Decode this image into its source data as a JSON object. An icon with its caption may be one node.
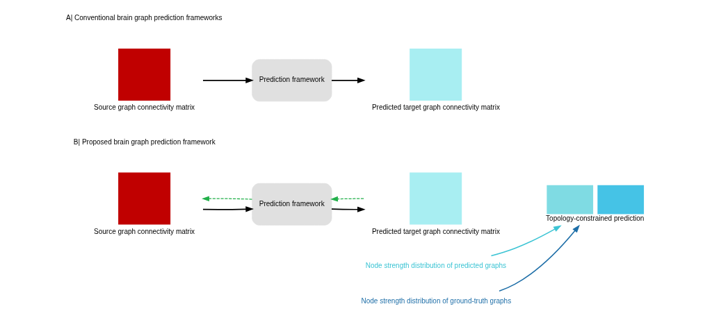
{
  "diagram": {
    "nodes": [
      {
        "text": [
          "Source graph connectivity matrix"
        ]
      },
      {
        "text": [
          "Prediction framework"
        ]
      },
      {
        "text": [
          "Predicted target graph connectivity matrix"
        ]
      },
      {
        "text": [
          "Source graph connectivity matrix"
        ]
      },
      {
        "text": [
          "Prediction framework"
        ]
      },
      {
        "text": [
          "Predicted target graph connectivity matrix"
        ]
      },
      {
        "text": [
          "Topology-constrained prediction"
        ]
      },
      {
        "text": [
          "Node strength distribution of predicted graphs"
        ]
      },
      {
        "text": [
          "Node strength distribution of ground-truth graphs"
        ]
      }
    ],
    "edges": [
      {
        "from": 0,
        "to": 1,
        "arrow": "to"
      },
      {
        "from": 1,
        "to": 2,
        "arrow": "to"
      },
      {
        "from": 3,
        "to": 4,
        "arrow": "to"
      },
      {
        "from": 4,
        "to": 3,
        "arrow": "to",
        "style": "dashed",
        "color": "#22b04a"
      },
      {
        "from": 4,
        "to": 5,
        "arrow": "to"
      },
      {
        "from": 5,
        "to": 4,
        "arrow": "to",
        "style": "dashed",
        "color": "#22b04a"
      },
      {
        "from": 7,
        "to": 6,
        "arrow": "to",
        "color": "#3cc4d4"
      },
      {
        "from": 8,
        "to": 6,
        "arrow": "to",
        "color": "#1f6fa8"
      }
    ],
    "labels": [
      "A| Conventional brain graph prediction frameworks",
      "B| Proposed brain graph prediction framework"
    ]
  }
}
